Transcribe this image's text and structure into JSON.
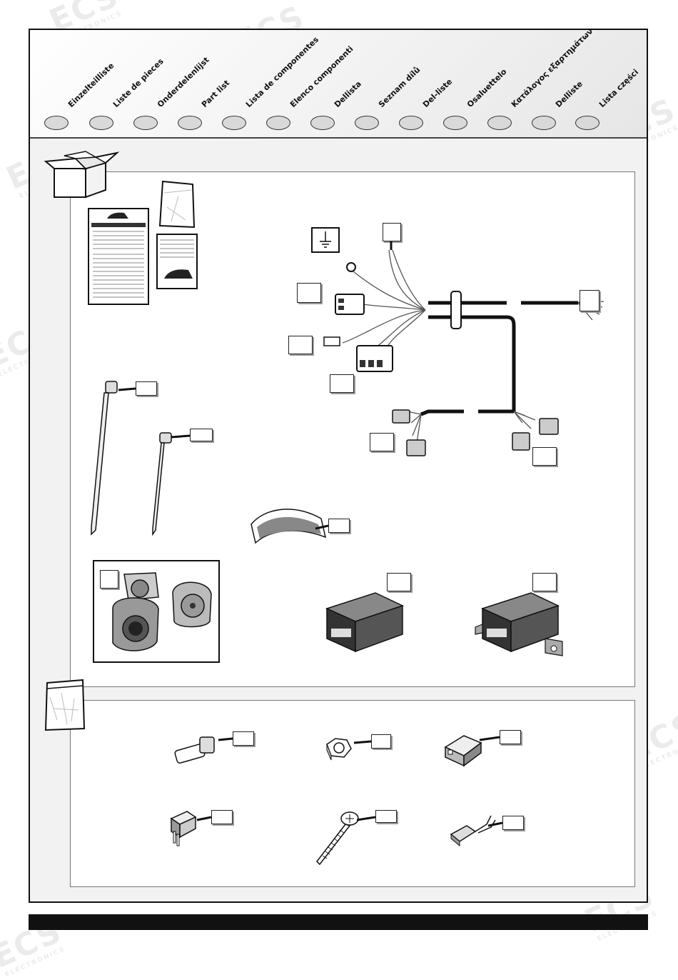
{
  "header": {
    "languages": [
      "Einzelteilliste",
      "Liste de pieces",
      "Onderdelenlijst",
      "Part list",
      "Lista de componentes",
      "Elenco componenti",
      "Dellista",
      "Seznam dílů",
      "Del-liste",
      "Osaluettelo",
      "Κατάλογος εξαρτημάτων",
      "Delliste",
      "Lista części"
    ]
  },
  "watermark": {
    "brand": "ECS",
    "sub": "ELECTRONICS"
  },
  "icons": {
    "box": "cardboard-box-icon",
    "bag": "plastic-bag-icon",
    "ground": "ground-symbol-icon"
  },
  "colors": {
    "frame": "#111111",
    "panel_border": "#777777",
    "background": "#f2f2f2"
  }
}
